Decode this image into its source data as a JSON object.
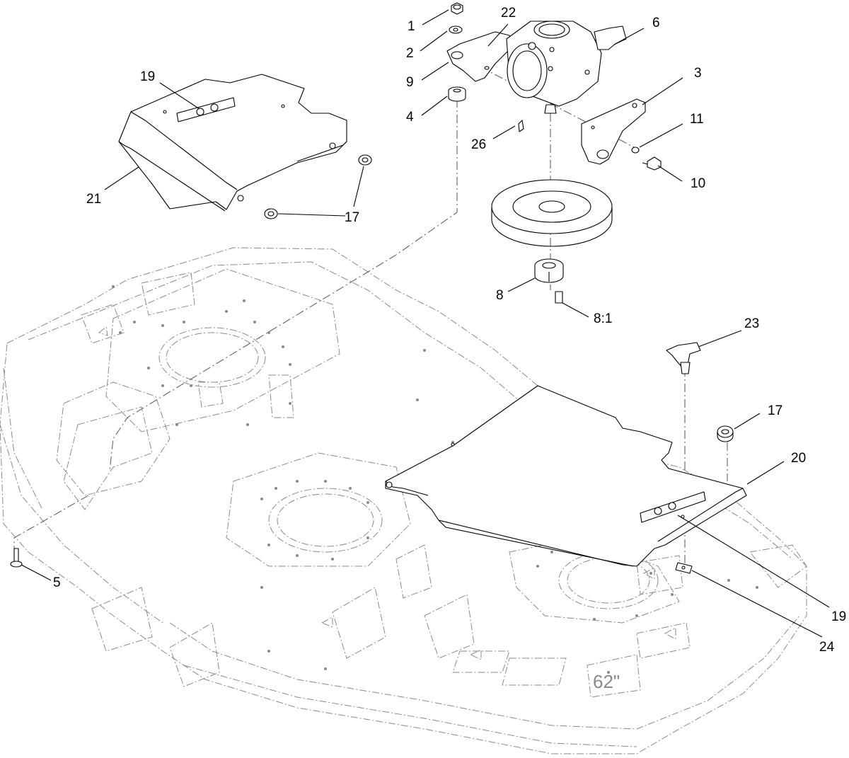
{
  "diagram": {
    "callouts": [
      {
        "id": "c1",
        "text": "1"
      },
      {
        "id": "c2",
        "text": "2"
      },
      {
        "id": "c22",
        "text": "22"
      },
      {
        "id": "c6",
        "text": "6"
      },
      {
        "id": "c9",
        "text": "9"
      },
      {
        "id": "c4",
        "text": "4"
      },
      {
        "id": "c3",
        "text": "3"
      },
      {
        "id": "c11",
        "text": "11"
      },
      {
        "id": "c26",
        "text": "26"
      },
      {
        "id": "c10",
        "text": "10"
      },
      {
        "id": "c19a",
        "text": "19"
      },
      {
        "id": "c21",
        "text": "21"
      },
      {
        "id": "c17a",
        "text": "17"
      },
      {
        "id": "c8",
        "text": "8"
      },
      {
        "id": "c81",
        "text": "8:1"
      },
      {
        "id": "c23",
        "text": "23"
      },
      {
        "id": "c17b",
        "text": "17"
      },
      {
        "id": "c20",
        "text": "20"
      },
      {
        "id": "c5",
        "text": "5"
      },
      {
        "id": "c19b",
        "text": "19"
      },
      {
        "id": "c24",
        "text": "24"
      }
    ],
    "deck_marking": "62\""
  }
}
